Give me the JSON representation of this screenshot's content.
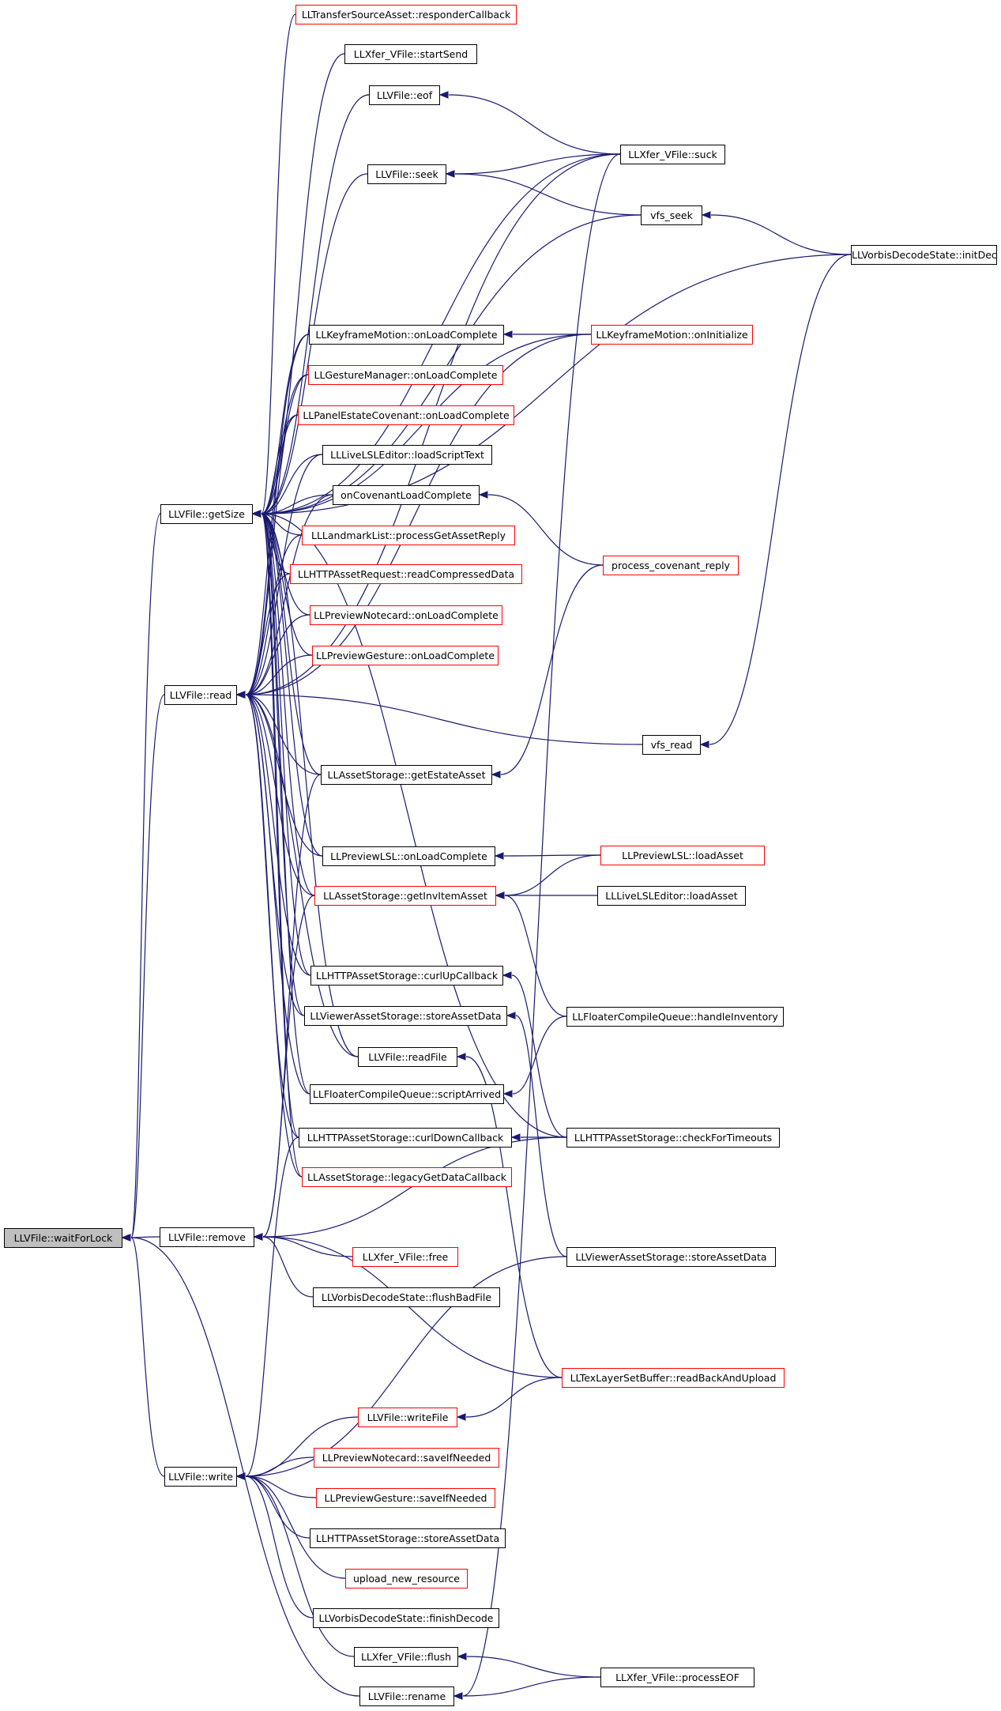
{
  "nodes": {
    "waitForLock": {
      "label": "LLVFile::waitForLock",
      "style": "gray"
    },
    "getSize": {
      "label": "LLVFile::getSize",
      "style": "black"
    },
    "read": {
      "label": "LLVFile::read",
      "style": "black"
    },
    "remove": {
      "label": "LLVFile::remove",
      "style": "black"
    },
    "write": {
      "label": "LLVFile::write",
      "style": "black"
    },
    "rename": {
      "label": "LLVFile::rename",
      "style": "black"
    },
    "responderCallback": {
      "label": "LLTransferSourceAsset::responderCallback",
      "style": "red"
    },
    "startSend": {
      "label": "LLXfer_VFile::startSend",
      "style": "black"
    },
    "eof": {
      "label": "LLVFile::eof",
      "style": "black"
    },
    "seek": {
      "label": "LLVFile::seek",
      "style": "black"
    },
    "suck": {
      "label": "LLXfer_VFile::suck",
      "style": "black"
    },
    "vfsSeek": {
      "label": "vfs_seek",
      "style": "black"
    },
    "initDecode": {
      "label": "LLVorbisDecodeState::initDecode",
      "style": "black"
    },
    "kfOnLoad": {
      "label": "LLKeyframeMotion::onLoadComplete",
      "style": "black"
    },
    "kfOnInit": {
      "label": "LLKeyframeMotion::onInitialize",
      "style": "red"
    },
    "gestureMgr": {
      "label": "LLGestureManager::onLoadComplete",
      "style": "red"
    },
    "panelEstate": {
      "label": "LLPanelEstateCovenant::onLoadComplete",
      "style": "red"
    },
    "liveLslLoadScript": {
      "label": "LLLiveLSLEditor::loadScriptText",
      "style": "black"
    },
    "onCovenant": {
      "label": "onCovenantLoadComplete",
      "style": "black"
    },
    "landmarkList": {
      "label": "LLLandmarkList::processGetAssetReply",
      "style": "red"
    },
    "httpReadCompressed": {
      "label": "LLHTTPAssetRequest::readCompressedData",
      "style": "red"
    },
    "processCovenant": {
      "label": "process_covenant_reply",
      "style": "red"
    },
    "notecardOnLoad": {
      "label": "LLPreviewNotecard::onLoadComplete",
      "style": "red"
    },
    "gestureOnLoad": {
      "label": "LLPreviewGesture::onLoadComplete",
      "style": "red"
    },
    "vfsRead": {
      "label": "vfs_read",
      "style": "black"
    },
    "getEstateAsset": {
      "label": "LLAssetStorage::getEstateAsset",
      "style": "black"
    },
    "lslOnLoad": {
      "label": "LLPreviewLSL::onLoadComplete",
      "style": "black"
    },
    "lslLoadAsset": {
      "label": "LLPreviewLSL::loadAsset",
      "style": "red"
    },
    "getInvItem": {
      "label": "LLAssetStorage::getInvItemAsset",
      "style": "red"
    },
    "liveLslLoadAsset": {
      "label": "LLLiveLSLEditor::loadAsset",
      "style": "black"
    },
    "curlUp": {
      "label": "LLHTTPAssetStorage::curlUpCallback",
      "style": "black"
    },
    "viewerStore1": {
      "label": "LLViewerAssetStorage::storeAssetData",
      "style": "black"
    },
    "handleInventory": {
      "label": "LLFloaterCompileQueue::handleInventory",
      "style": "black"
    },
    "readFile": {
      "label": "LLVFile::readFile",
      "style": "black"
    },
    "scriptArrived": {
      "label": "LLFloaterCompileQueue::scriptArrived",
      "style": "black"
    },
    "curlDown": {
      "label": "LLHTTPAssetStorage::curlDownCallback",
      "style": "black"
    },
    "checkTimeouts": {
      "label": "LLHTTPAssetStorage::checkForTimeouts",
      "style": "black"
    },
    "legacyGetData": {
      "label": "LLAssetStorage::legacyGetDataCallback",
      "style": "red"
    },
    "xferFree": {
      "label": "LLXfer_VFile::free",
      "style": "red"
    },
    "viewerStore2": {
      "label": "LLViewerAssetStorage::storeAssetData",
      "style": "black"
    },
    "flushBadFile": {
      "label": "LLVorbisDecodeState::flushBadFile",
      "style": "black"
    },
    "readBackUpload": {
      "label": "LLTexLayerSetBuffer::readBackAndUpload",
      "style": "red"
    },
    "writeFile": {
      "label": "LLVFile::writeFile",
      "style": "red"
    },
    "notecardSave": {
      "label": "LLPreviewNotecard::saveIfNeeded",
      "style": "red"
    },
    "gestureSave": {
      "label": "LLPreviewGesture::saveIfNeeded",
      "style": "red"
    },
    "httpStore": {
      "label": "LLHTTPAssetStorage::storeAssetData",
      "style": "black"
    },
    "uploadNew": {
      "label": "upload_new_resource",
      "style": "red"
    },
    "finishDecode": {
      "label": "LLVorbisDecodeState::finishDecode",
      "style": "black"
    },
    "xferFlush": {
      "label": "LLXfer_VFile::flush",
      "style": "black"
    },
    "processEOF": {
      "label": "LLXfer_VFile::processEOF",
      "style": "black"
    }
  },
  "edges": [
    [
      "waitForLock",
      "getSize"
    ],
    [
      "waitForLock",
      "read"
    ],
    [
      "waitForLock",
      "remove"
    ],
    [
      "waitForLock",
      "write"
    ],
    [
      "waitForLock",
      "rename"
    ],
    [
      "getSize",
      "responderCallback"
    ],
    [
      "getSize",
      "startSend"
    ],
    [
      "getSize",
      "eof"
    ],
    [
      "getSize",
      "seek"
    ],
    [
      "getSize",
      "suck"
    ],
    [
      "getSize",
      "vfsSeek"
    ],
    [
      "getSize",
      "initDecode"
    ],
    [
      "getSize",
      "kfOnLoad"
    ],
    [
      "getSize",
      "kfOnInit"
    ],
    [
      "getSize",
      "gestureMgr"
    ],
    [
      "getSize",
      "panelEstate"
    ],
    [
      "getSize",
      "liveLslLoadScript"
    ],
    [
      "getSize",
      "onCovenant"
    ],
    [
      "getSize",
      "landmarkList"
    ],
    [
      "getSize",
      "httpReadCompressed"
    ],
    [
      "getSize",
      "notecardOnLoad"
    ],
    [
      "getSize",
      "gestureOnLoad"
    ],
    [
      "getSize",
      "getEstateAsset"
    ],
    [
      "getSize",
      "lslOnLoad"
    ],
    [
      "getSize",
      "getInvItem"
    ],
    [
      "getSize",
      "curlUp"
    ],
    [
      "getSize",
      "viewerStore1"
    ],
    [
      "getSize",
      "readFile"
    ],
    [
      "getSize",
      "scriptArrived"
    ],
    [
      "getSize",
      "curlDown"
    ],
    [
      "getSize",
      "legacyGetData"
    ],
    [
      "getSize",
      "checkTimeouts"
    ],
    [
      "read",
      "kfOnLoad"
    ],
    [
      "read",
      "gestureMgr"
    ],
    [
      "read",
      "panelEstate"
    ],
    [
      "read",
      "liveLslLoadScript"
    ],
    [
      "read",
      "onCovenant"
    ],
    [
      "read",
      "landmarkList"
    ],
    [
      "read",
      "httpReadCompressed"
    ],
    [
      "read",
      "notecardOnLoad"
    ],
    [
      "read",
      "gestureOnLoad"
    ],
    [
      "read",
      "suck"
    ],
    [
      "read",
      "kfOnInit"
    ],
    [
      "read",
      "vfsRead"
    ],
    [
      "read",
      "getEstateAsset"
    ],
    [
      "read",
      "lslOnLoad"
    ],
    [
      "read",
      "getInvItem"
    ],
    [
      "read",
      "curlUp"
    ],
    [
      "read",
      "viewerStore1"
    ],
    [
      "read",
      "readFile"
    ],
    [
      "read",
      "scriptArrived"
    ],
    [
      "read",
      "curlDown"
    ],
    [
      "read",
      "legacyGetData"
    ],
    [
      "remove",
      "xferFree"
    ],
    [
      "remove",
      "flushBadFile"
    ],
    [
      "remove",
      "checkTimeouts"
    ],
    [
      "remove",
      "readBackUpload"
    ],
    [
      "remove",
      "getInvItem"
    ],
    [
      "remove",
      "getEstateAsset"
    ],
    [
      "write",
      "writeFile"
    ],
    [
      "write",
      "notecardSave"
    ],
    [
      "write",
      "gestureSave"
    ],
    [
      "write",
      "httpStore"
    ],
    [
      "write",
      "uploadNew"
    ],
    [
      "write",
      "finishDecode"
    ],
    [
      "write",
      "xferFlush"
    ],
    [
      "write",
      "viewerStore2"
    ],
    [
      "write",
      "curlDown"
    ],
    [
      "eof",
      "suck"
    ],
    [
      "seek",
      "suck"
    ],
    [
      "seek",
      "vfsSeek"
    ],
    [
      "vfsSeek",
      "initDecode"
    ],
    [
      "vfsRead",
      "initDecode"
    ],
    [
      "kfOnLoad",
      "kfOnInit"
    ],
    [
      "onCovenant",
      "processCovenant"
    ],
    [
      "getEstateAsset",
      "processCovenant"
    ],
    [
      "lslOnLoad",
      "lslLoadAsset"
    ],
    [
      "getInvItem",
      "lslLoadAsset"
    ],
    [
      "getInvItem",
      "liveLslLoadAsset"
    ],
    [
      "getInvItem",
      "handleInventory"
    ],
    [
      "curlUp",
      "checkTimeouts"
    ],
    [
      "viewerStore1",
      "viewerStore2"
    ],
    [
      "readFile",
      "readBackUpload"
    ],
    [
      "scriptArrived",
      "handleInventory"
    ],
    [
      "curlDown",
      "checkTimeouts"
    ],
    [
      "writeFile",
      "readBackUpload"
    ],
    [
      "xferFlush",
      "processEOF"
    ],
    [
      "rename",
      "processEOF"
    ],
    [
      "rename",
      "suck"
    ]
  ]
}
